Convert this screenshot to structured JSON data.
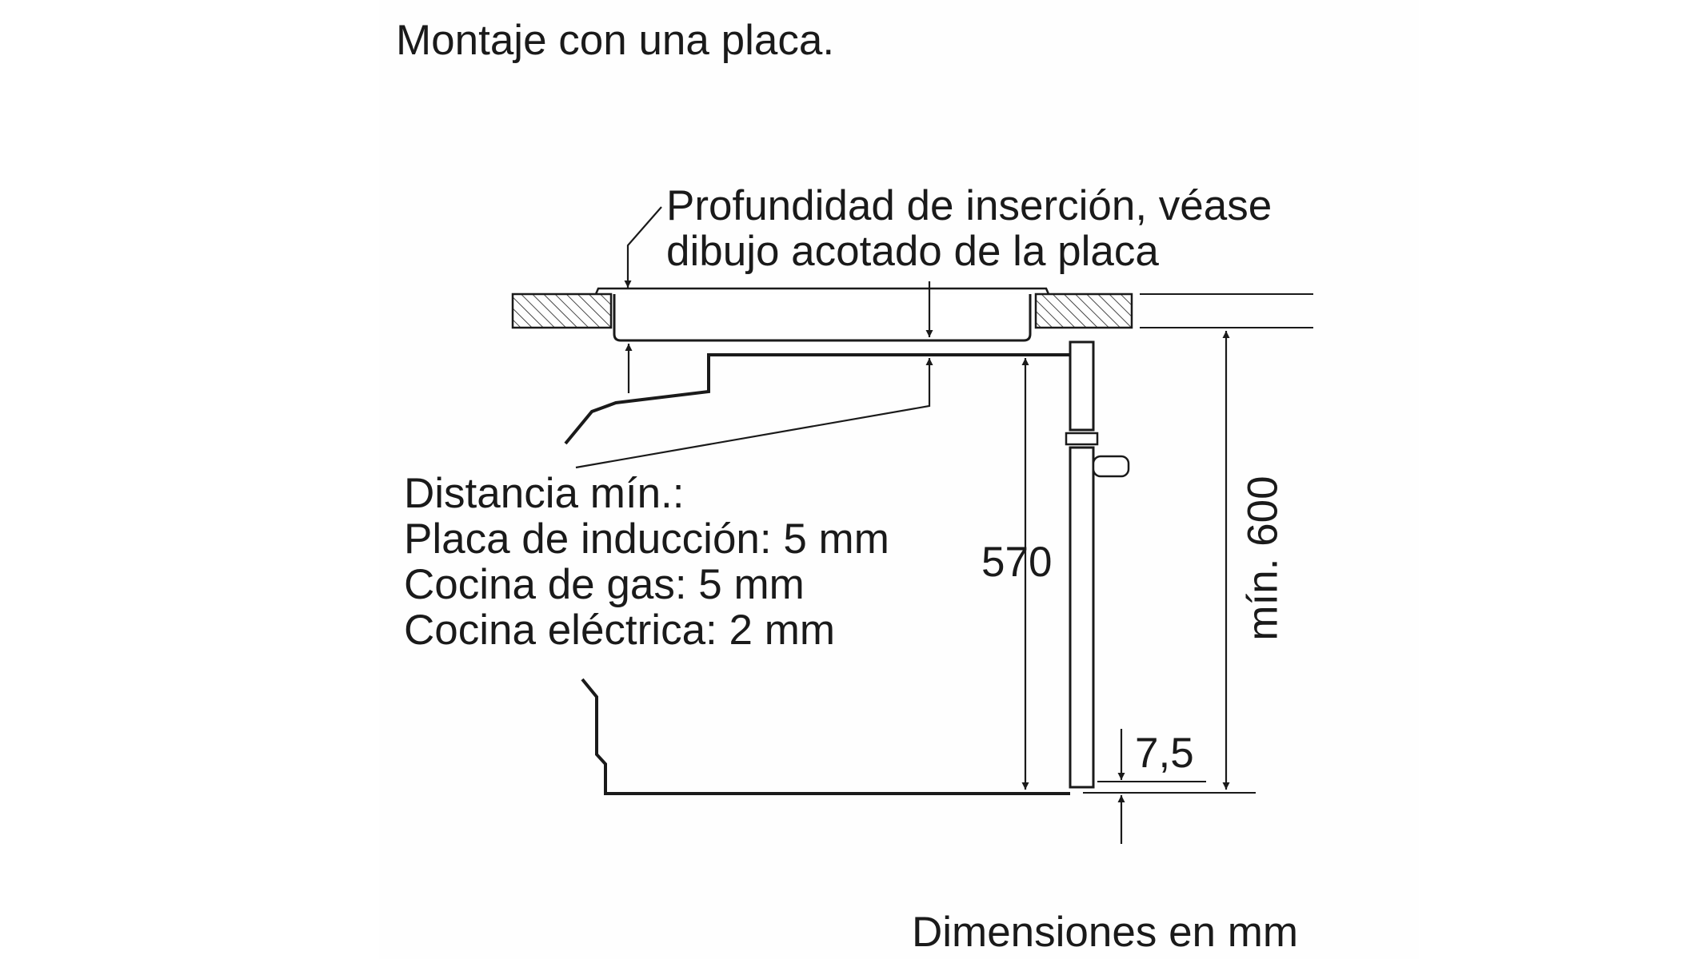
{
  "title": "Montaje con una placa.",
  "depth_note": {
    "line1": "Profundidad de inserción, véase",
    "line2": "dibujo acotado de la placa"
  },
  "min_distance": {
    "heading": "Distancia mín.:",
    "induction": "Placa de inducción: 5 mm",
    "gas": "Cocina de gas: 5 mm",
    "electric": "Cocina eléctrica: 2 mm"
  },
  "dimensions": {
    "oven_height": "570",
    "min_niche_height": "mín. 600",
    "gap": "7,5"
  },
  "units_note": "Dimensiones en mm"
}
